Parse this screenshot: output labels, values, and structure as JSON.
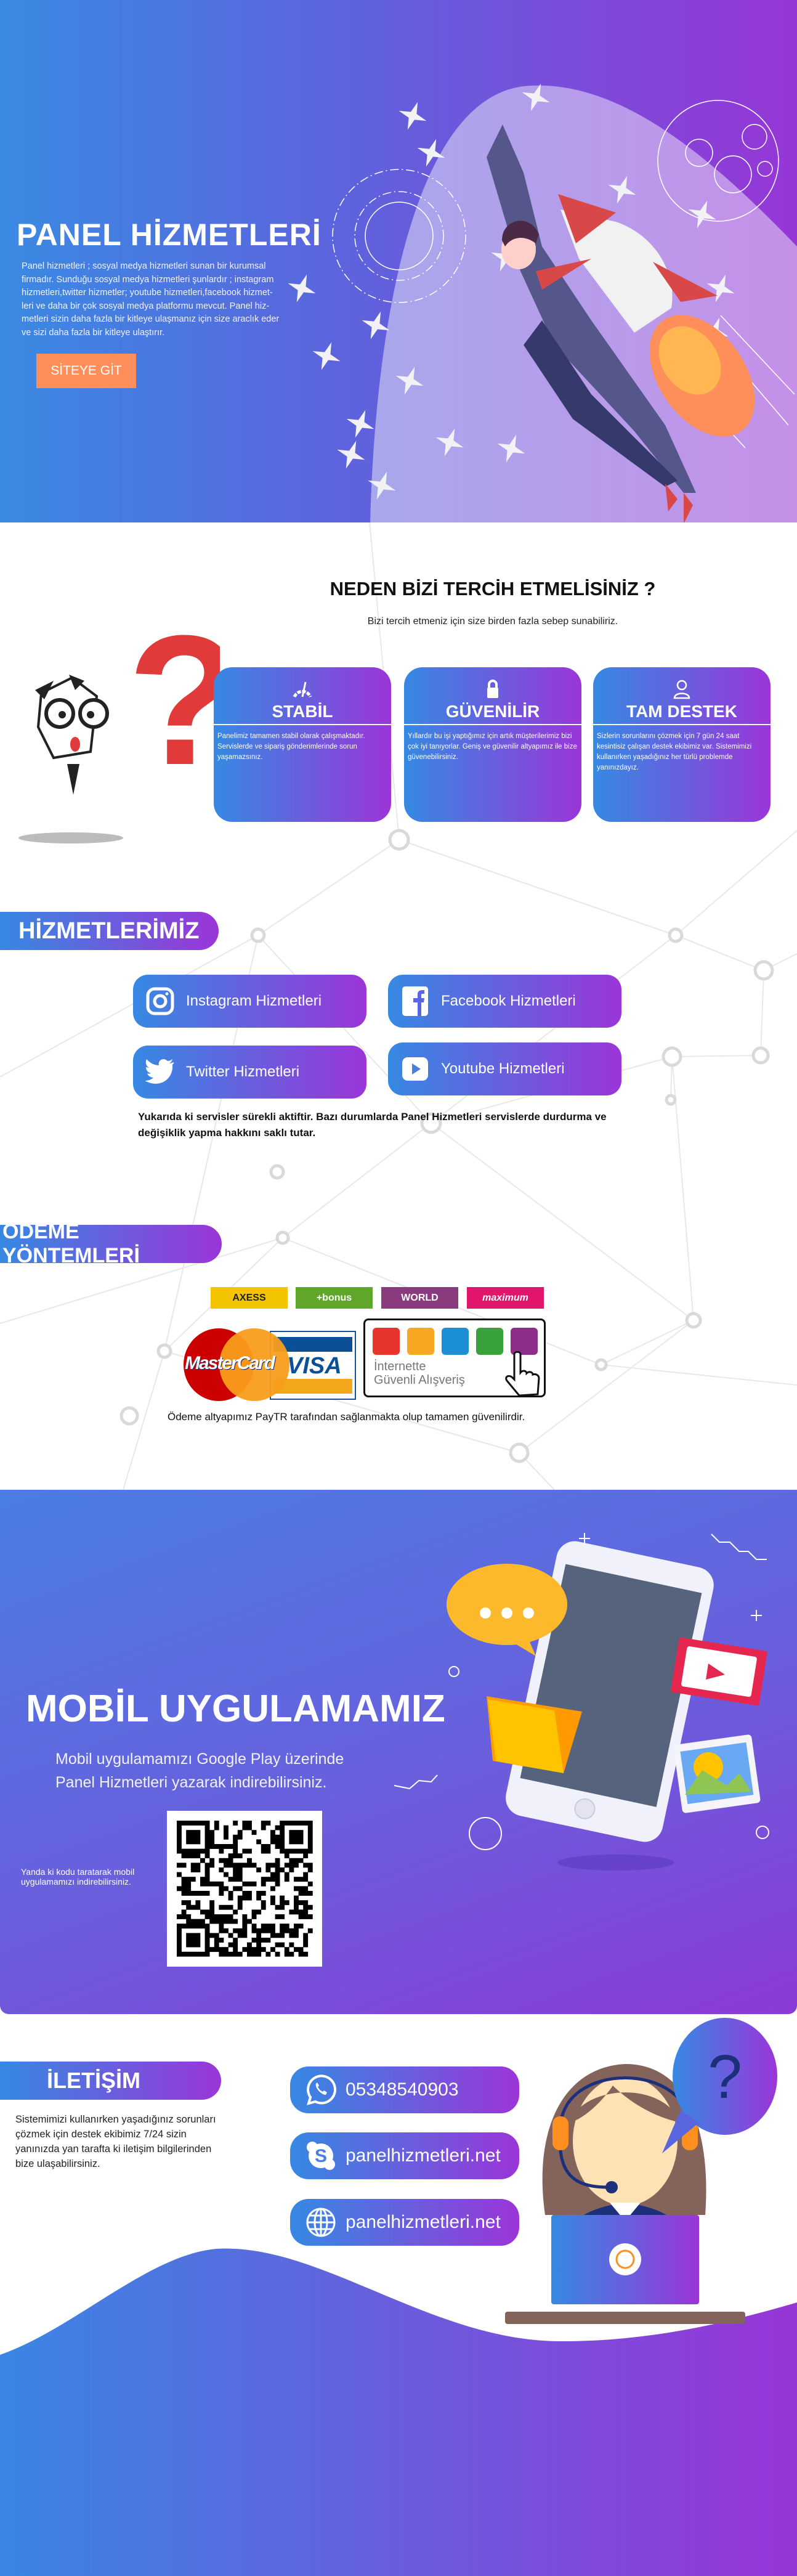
{
  "hero": {
    "title": "PANEL HİZMETLERİ",
    "description_lines": [
      "Panel hizmetleri ; sosyal medya hizmetleri sunan bir kurumsal",
      "firmadır. Sunduğu sosyal medya hizmetleri şunlardır ; instagram",
      "hizmetleri,twitter hizmetler; youtube hizmetleri,facebook hizmet-",
      "leri ve daha bir çok sosyal medya platformu mevcut.  Panel hiz-",
      "metleri sizin daha fazla bir kitleye ulaşmanız için size araclık eder",
      "ve sizi daha fazla bir kitleye ulaştırır."
    ],
    "cta_label": "SİTEYE GİT",
    "cta_color": "#ff8f5a"
  },
  "why": {
    "title": "NEDEN BİZİ TERCİH ETMELİSİNİZ ?",
    "subtitle": "Bizi tercih etmeniz için size birden fazla sebep sunabiliriz.",
    "cards": [
      {
        "icon": "speedometer-icon",
        "title": "STABİL",
        "text": "Panelimiz tamamen stabil olarak çalışmaktadır. Servislerde ve sipariş gönderimlerinde sorun yaşamazsınız."
      },
      {
        "icon": "lock-icon",
        "title": "GÜVENİLİR",
        "text": "Yıllardır bu işi yaptığımız için artık müşterilerimiz bizi çok iyi tanıyorlar. Geniş ve güvenilir altyapımız ile bize güvenebilirsiniz."
      },
      {
        "icon": "support-agent-icon",
        "title": "TAM DESTEK",
        "text": "Sizlerin sorunlarını çözmek için 7 gün 24 saat kesintisiz çalışan destek ekibimiz var. Sistemimizi kullanırken yaşadığınız her türlü problemde yanınızdayız."
      }
    ]
  },
  "services": {
    "heading": "HİZMETLERİMİZ",
    "items": [
      {
        "icon": "instagram-icon",
        "label": "Instagram Hizmetleri"
      },
      {
        "icon": "facebook-icon",
        "label": "Facebook Hizmetleri"
      },
      {
        "icon": "twitter-icon",
        "label": "Twitter Hizmetleri"
      },
      {
        "icon": "youtube-icon",
        "label": "Youtube Hizmetleri"
      }
    ],
    "note": "Yukarıda ki servisler sürekli aktiftir. Bazı durumlarda Panel Hizmetleri servislerde durdurma ve değişiklik yapma hakkını saklı tutar."
  },
  "payment": {
    "heading": "ÖDEME YÖNTEMLERİ",
    "cards": [
      {
        "label": "AXESS",
        "bg": "#f2c500",
        "fg": "#222"
      },
      {
        "label": "+bonus",
        "bg": "#5fa62a",
        "fg": "#fff"
      },
      {
        "label": "WORLD",
        "bg": "#8a3b7e",
        "fg": "#fff"
      },
      {
        "label": "maximum",
        "bg": "#e2156d",
        "fg": "#fff"
      }
    ],
    "mastercard": "MasterCard",
    "visa": "VISA",
    "secure_badge": [
      "İnternette",
      "Güvenli Alışveriş"
    ],
    "note": "Ödeme altyapımız PayTR tarafından sağlanmakta olup tamamen güvenilirdir."
  },
  "mobile": {
    "title": "MOBİL UYGULAMAMIZ",
    "subtitle_lines": [
      "Mobil uygulamamızı Google Play üzerinde",
      "Panel Hizmetleri yazarak indirebilirsiniz."
    ],
    "qr_hint": "Yanda ki kodu taratarak mobil uygulamamızı indirebilirsiniz."
  },
  "contact": {
    "heading": "İLETİŞİM",
    "text": "Sistemimizi kullanırken yaşadığınız sorunları çözmek için destek ekibimiz 7/24 sizin yanınızda yan tarafta ki iletişim bilgilerinden bize ulaşabilirsiniz.",
    "items": [
      {
        "icon": "whatsapp-icon",
        "label": "05348540903"
      },
      {
        "icon": "skype-icon",
        "label": "panelhizmetleri.net"
      },
      {
        "icon": "globe-icon",
        "label": "panelhizmetleri.net"
      }
    ]
  },
  "colors": {
    "gradient_start": "#3689e3",
    "gradient_end": "#9b35d8"
  }
}
